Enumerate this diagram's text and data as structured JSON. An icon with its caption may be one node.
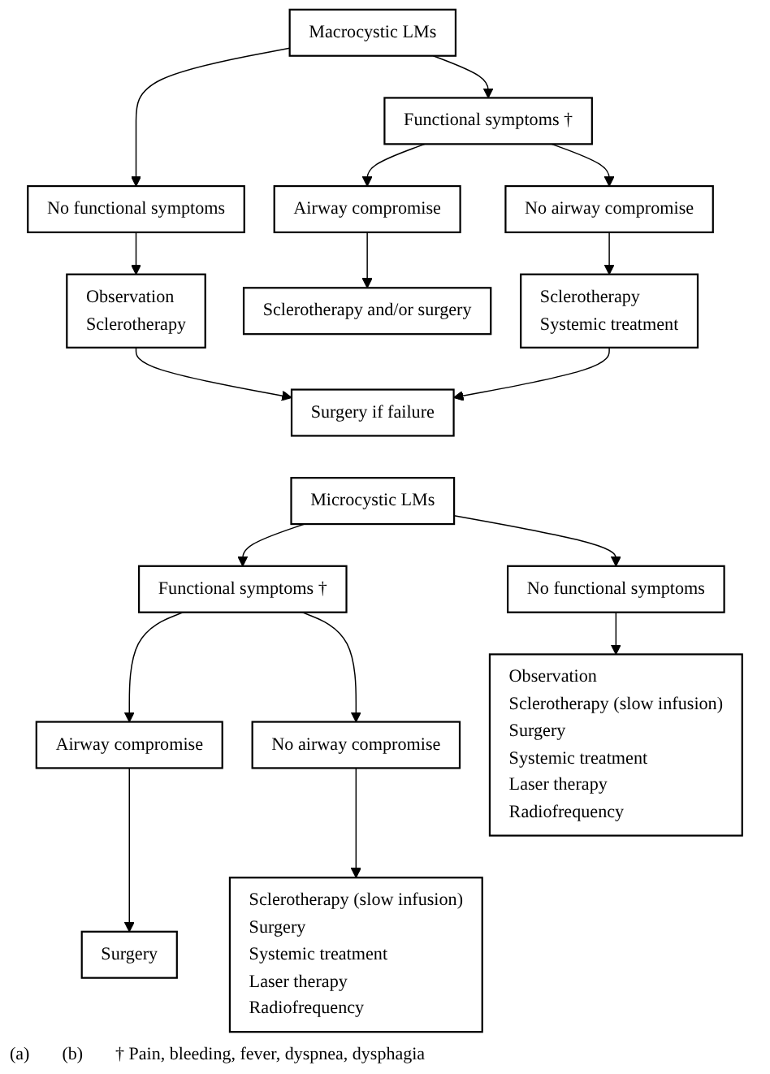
{
  "diagram": {
    "nodes": [
      {
        "text": [
          "Macrocystic LMs"
        ]
      },
      {
        "text": [
          "Functional symptoms †"
        ]
      },
      {
        "text": [
          "No functional symptoms"
        ]
      },
      {
        "text": [
          "Airway compromise"
        ]
      },
      {
        "text": [
          "No airway compromise"
        ]
      },
      {
        "text": [
          "Observation",
          "Sclerotherapy"
        ]
      },
      {
        "text": [
          "Sclerotherapy and/or surgery"
        ]
      },
      {
        "text": [
          "Sclerotherapy",
          "Systemic treatment"
        ]
      },
      {
        "text": [
          "Surgery if failure"
        ]
      },
      {
        "text": [
          "Microcystic LMs"
        ]
      },
      {
        "text": [
          "Functional symptoms †"
        ]
      },
      {
        "text": [
          "No functional symptoms"
        ]
      },
      {
        "text": [
          "Airway compromise"
        ]
      },
      {
        "text": [
          "No airway compromise"
        ]
      },
      {
        "text": [
          "Observation",
          "Sclerotherapy (slow infusion)",
          "Surgery",
          "Systemic treatment",
          "Laser therapy",
          "Radiofrequency"
        ]
      },
      {
        "text": [
          "Surgery"
        ]
      },
      {
        "text": [
          "Sclerotherapy (slow infusion)",
          "Surgery",
          "Systemic treatment",
          "Laser therapy",
          "Radiofrequency"
        ]
      }
    ],
    "edges": [
      {
        "from": 0,
        "to": 1,
        "arrow": "to"
      },
      {
        "from": 0,
        "to": 2,
        "arrow": "to"
      },
      {
        "from": 1,
        "to": 3,
        "arrow": "to"
      },
      {
        "from": 1,
        "to": 4,
        "arrow": "to"
      },
      {
        "from": 2,
        "to": 5,
        "arrow": "to"
      },
      {
        "from": 3,
        "to": 6,
        "arrow": "to"
      },
      {
        "from": 4,
        "to": 7,
        "arrow": "to"
      },
      {
        "from": 5,
        "to": 8,
        "arrow": "to"
      },
      {
        "from": 7,
        "to": 8,
        "arrow": "to"
      },
      {
        "from": 9,
        "to": 10,
        "arrow": "to"
      },
      {
        "from": 9,
        "to": 11,
        "arrow": "to"
      },
      {
        "from": 10,
        "to": 12,
        "arrow": "to"
      },
      {
        "from": 10,
        "to": 13,
        "arrow": "to"
      },
      {
        "from": 11,
        "to": 14,
        "arrow": "to"
      },
      {
        "from": 12,
        "to": 15,
        "arrow": "to"
      },
      {
        "from": 13,
        "to": 16,
        "arrow": "to"
      }
    ],
    "labels": [
      "(a)",
      "(b)",
      "† Pain, bleeding, fever, dyspnea, dysphagia"
    ]
  }
}
